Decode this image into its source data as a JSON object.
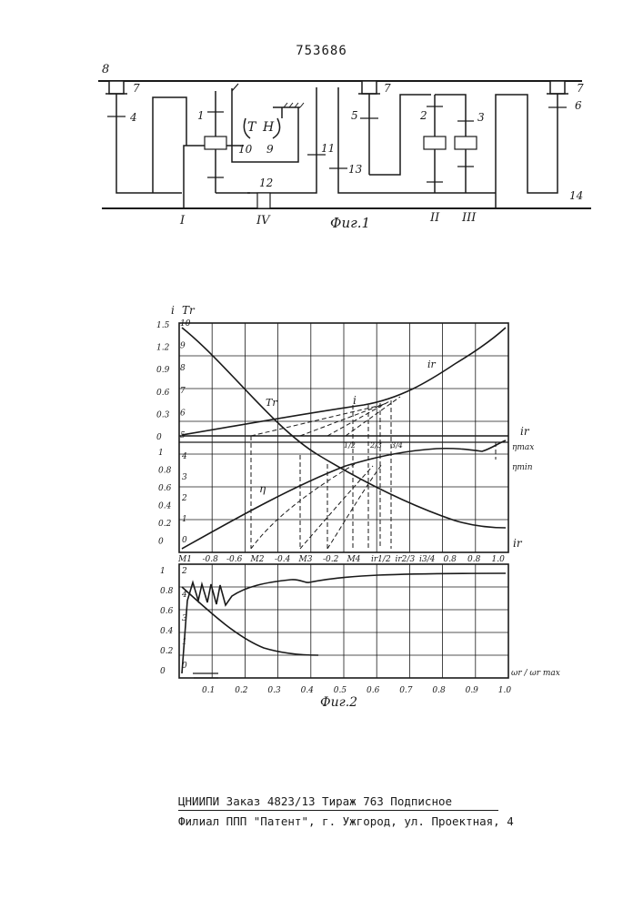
{
  "patent_number": "753686",
  "fig1": {
    "caption": "Фиг.1",
    "part_labels": {
      "p8": "8",
      "p7a": "7",
      "p7b": "7",
      "p7c": "7",
      "p4": "4",
      "p1": "1",
      "p5": "5",
      "p2": "2",
      "p3": "3",
      "p6": "6",
      "p10": "10",
      "p9": "9",
      "p11": "11",
      "p12": "12",
      "p13": "13",
      "p14": "14",
      "T": "T",
      "H": "H"
    },
    "shaft_labels": {
      "I": "I",
      "IV": "IV",
      "II": "II",
      "III": "III"
    }
  },
  "fig2": {
    "caption": "Фиг.2",
    "top_axis_titles": {
      "i": "i",
      "Tr": "Tr",
      "eta": "η",
      "ir": "ir"
    },
    "top_left_ticks_i": [
      "1.5",
      "1.2",
      "0.9",
      "0.6",
      "0.3",
      "0"
    ],
    "top_left_ticks_tr": [
      "10",
      "9",
      "8",
      "7",
      "6",
      "5"
    ],
    "mid_left_ticks_eta": [
      "1",
      "0.8",
      "0.6",
      "0.4",
      "0.2",
      "0"
    ],
    "mid_left_ticks_num": [
      "4",
      "3",
      "2",
      "1",
      "0"
    ],
    "bottom_x_ticks": [
      "M1",
      "-0.8",
      "-0.6",
      "M2",
      "-0.4",
      "M3",
      "-0.2",
      "M4",
      "ir1/2",
      "ir2/3",
      "i3/4",
      "0.8",
      "0.8",
      "1.0"
    ],
    "curve_labels": {
      "tr": "Tr",
      "i": "i",
      "ir": "ir",
      "eta": "η",
      "eta_max": "ηmax",
      "eta_min": "ηmin",
      "ratio_a": "1/2",
      "ratio_b": "2/3",
      "ratio_c": "3/4"
    },
    "lower_left_ticks_eta": [
      "1",
      "0.8",
      "0.6",
      "0.4",
      "0.2",
      "0"
    ],
    "lower_left_ticks_num": [
      "2",
      "4",
      "3",
      "1",
      "0"
    ],
    "lower_x_ticks": [
      "0.1",
      "0.2",
      "0.3",
      "0.4",
      "0.5",
      "0.6",
      "0.7",
      "0.8",
      "0.9",
      "1.0"
    ],
    "lower_x_title": "ωr / ωr max",
    "lower_curve_levels": {
      "upper_plateau": 0.93,
      "lower_end": 0.18
    }
  },
  "footer": {
    "line1": "ЦНИИПИ  Заказ 4823/13 Тираж 763  Подписное",
    "line2": "Филиал ППП \"Патент\", г. Ужгород, ул. Проектная, 4"
  }
}
